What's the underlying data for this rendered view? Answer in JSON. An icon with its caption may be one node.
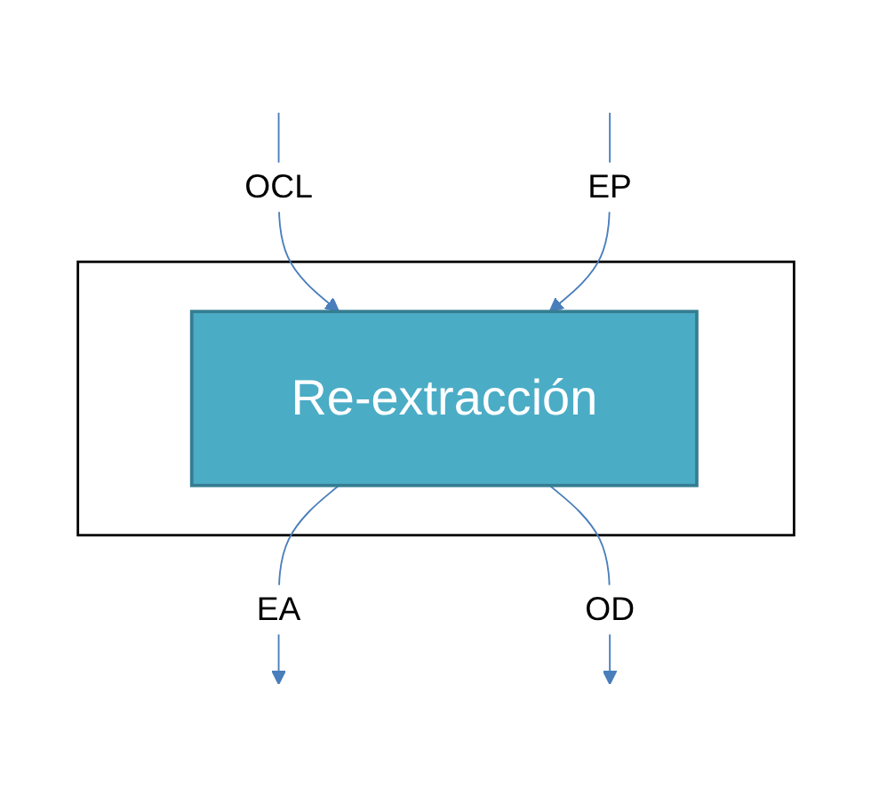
{
  "diagram": {
    "nodes": [
      {
        "text": [],
        "shape": "box"
      },
      {
        "text": [
          "Re-extracción"
        ],
        "in": 0
      }
    ],
    "edges": [
      {
        "from": null,
        "to": 1,
        "arrow": "to",
        "label": "OCL"
      },
      {
        "from": null,
        "to": 1,
        "arrow": "to",
        "label": "EP"
      },
      {
        "from": 1,
        "to": null,
        "arrow": "to",
        "label": "EA"
      },
      {
        "from": 1,
        "to": null,
        "arrow": "to",
        "label": "OD"
      }
    ]
  }
}
